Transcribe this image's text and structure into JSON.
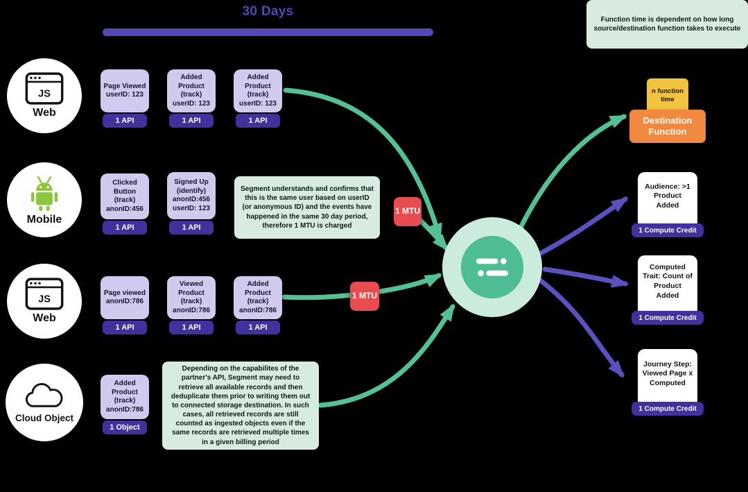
{
  "colors": {
    "background": "#000000",
    "purple": "#5348b5",
    "badge_purple": "#41319c",
    "card_lavender": "#d2caee",
    "green": "#55c093",
    "arrow_purple": "#5a51bf",
    "mint": "#d8ebdf",
    "red": "#e74c51",
    "orange": "#f08840",
    "yellow": "#f2c33e",
    "logo_ring": "#cbebdc",
    "logo_green": "#4ebd92",
    "android_green": "#8ec63f"
  },
  "header": {
    "title": "30 Days"
  },
  "notes": {
    "function_time": "Function time is dependent on how long source/destination function takes to execute",
    "mtu_explain": "Segment understands and confirms that this is the same user based on userID (or anonymous ID) and the events have happened in the same 30 day period, therefore 1 MTU is charged",
    "object_explain": "Depending on the capabilites of the partner's API, Segment may need to retrieve all available records and then deduplicate them prior to writing them out to connected storage destination. In such cases, all retrieved records are still counted as ingested objects even if the same records are retrieved multiple times in a given billing period"
  },
  "sources": [
    {
      "label": "Web",
      "icon": "browser-js-icon",
      "icon_text": "JS"
    },
    {
      "label": "Mobile",
      "icon": "android-icon"
    },
    {
      "label": "Web",
      "icon": "browser-js-icon",
      "icon_text": "JS"
    },
    {
      "label": "Cloud Object",
      "icon": "cloud-icon"
    }
  ],
  "rows": [
    {
      "cards": [
        {
          "text": "Page Viewed userID: 123",
          "badge": "1 API"
        },
        {
          "text": "Added Product (track) userID: 123",
          "badge": "1 API"
        },
        {
          "text": "Added Product (track) userID: 123",
          "badge": "1 API"
        }
      ]
    },
    {
      "cards": [
        {
          "text": "Clicked Button (track) anonID:456",
          "badge": "1 API"
        },
        {
          "text": "Signed Up (identify) anonID:456 userID: 123",
          "badge": "1 API"
        }
      ],
      "mtu": "1 MTU"
    },
    {
      "cards": [
        {
          "text": "Page viewed anonID:786",
          "badge": "1 API"
        },
        {
          "text": "Viewed Product (track) anonID:786",
          "badge": "1 API"
        },
        {
          "text": "Added Product (track) anonID:786",
          "badge": "1 API"
        }
      ],
      "mtu": "1 MTU"
    },
    {
      "cards": [
        {
          "text": "Added Product (track) anonID:786",
          "badge": "1 Object"
        }
      ]
    }
  ],
  "destination": {
    "time": "n function time",
    "label": "Destination Function"
  },
  "outputs": [
    {
      "text": "Audience: >1 Product Added",
      "badge": "1 Compute Credit"
    },
    {
      "text": "Computed Trait: Count of Product Added",
      "badge": "1 Compute Credit"
    },
    {
      "text": "Journey Step: Viewed Page x Computed",
      "badge": "1 Compute Credit"
    }
  ]
}
